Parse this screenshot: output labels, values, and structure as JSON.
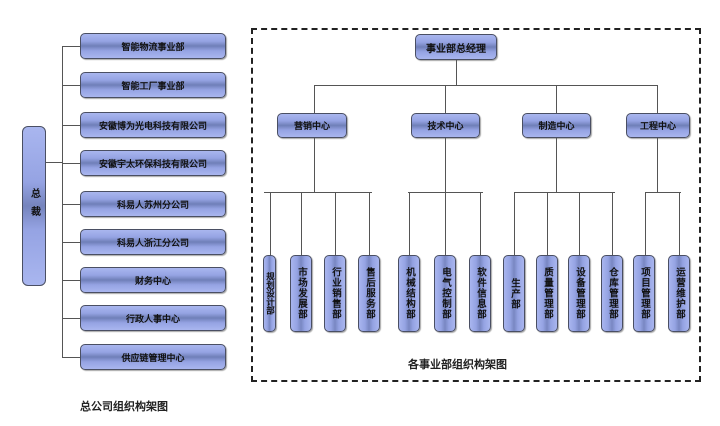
{
  "headquarters": {
    "root": "总裁",
    "units": [
      "智能物流事业部",
      "智能工厂事业部",
      "安徽博为光电科技有限公司",
      "安徽宇太环保科技有限公司",
      "科易人苏州分公司",
      "科易人浙江分公司",
      "财务中心",
      "行政人事中心",
      "供应链管理中心"
    ],
    "caption": "总公司组织构架图"
  },
  "division": {
    "root": "事业部总经理",
    "centers": [
      {
        "label": "营销中心",
        "departments": [
          "规划设计部",
          "市场发展部",
          "行业销售部",
          "售后服务部"
        ]
      },
      {
        "label": "技术中心",
        "departments": [
          "机械结构部",
          "电气控制部",
          "软件信息部"
        ]
      },
      {
        "label": "制造中心",
        "departments": [
          "生产部",
          "质量管理部",
          "设备管理部",
          "仓库管理部"
        ]
      },
      {
        "label": "工程中心",
        "departments": [
          "项目管理部",
          "运营维护部"
        ]
      }
    ],
    "caption": "各事业部组织构架图"
  },
  "colors": {
    "box_light": "#a9b6ef",
    "box_dark": "#6f7fb8",
    "line": "#555555",
    "border": "#4a4f63"
  }
}
